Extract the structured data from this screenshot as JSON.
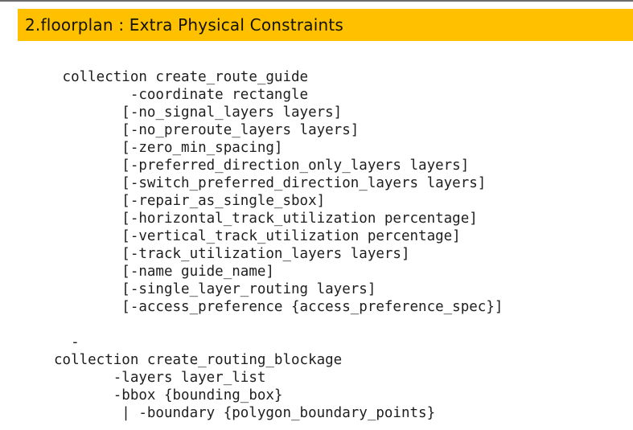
{
  "slide": {
    "title": "2.floorplan : Extra Physical Constraints",
    "accent_color": "#FFC000",
    "top_rule_color": "#6A6A6A",
    "title_text_color": "#121205",
    "code_text_color": "#1E1E1E"
  },
  "code": {
    "lines": [
      " collection create_route_guide",
      "         -coordinate rectangle",
      "        [-no_signal_layers layers]",
      "        [-no_preroute_layers layers]",
      "        [-zero_min_spacing]",
      "        [-preferred_direction_only_layers layers]",
      "        [-switch_preferred_direction_layers layers]",
      "        [-repair_as_single_sbox]",
      "        [-horizontal_track_utilization percentage]",
      "        [-vertical_track_utilization percentage]",
      "        [-track_utilization_layers layers]",
      "        [-name guide_name]",
      "        [-single_layer_routing layers]",
      "        [-access_preference {access_preference_spec}]",
      "",
      "  -",
      "collection create_routing_blockage",
      "       -layers layer_list",
      "       -bbox {bounding_box}",
      "        | -boundary {polygon_boundary_points}"
    ]
  }
}
